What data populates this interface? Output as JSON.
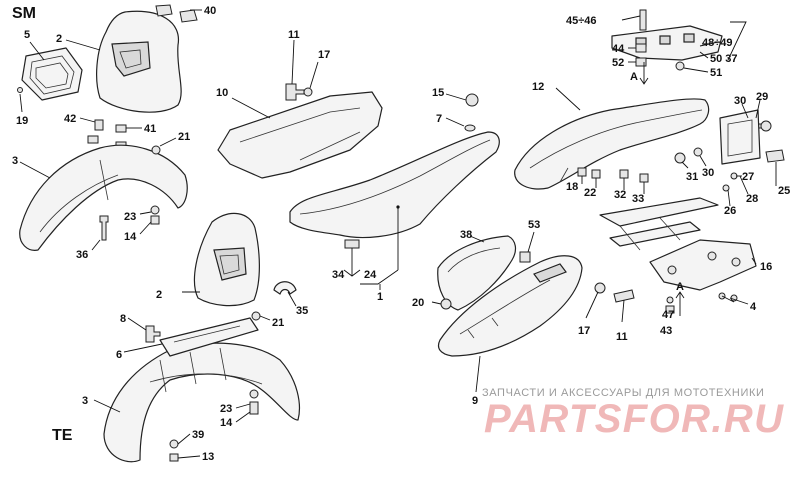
{
  "variants": {
    "top": "SM",
    "bottom": "TE"
  },
  "callouts": {
    "c40": "40",
    "c2a": "2",
    "c5": "5",
    "c19": "19",
    "c42": "42",
    "c41": "41",
    "c3a": "3",
    "c21a": "21",
    "c23a": "23",
    "c14a": "14",
    "c36": "36",
    "c11a": "11",
    "c17a": "17",
    "c10": "10",
    "c15": "15",
    "c7": "7",
    "c4546": "45÷46",
    "c44": "44",
    "c52": "52",
    "c4849": "48÷49",
    "c5037": "50 37",
    "c51": "51",
    "cA1": "A",
    "c12": "12",
    "c30a": "30",
    "c29": "29",
    "c31": "31",
    "c30b": "30",
    "c18": "18",
    "c22": "22",
    "c32": "32",
    "c33": "33",
    "c27": "27",
    "c26": "26",
    "c28": "28",
    "c25": "25",
    "c2b": "2",
    "c35": "35",
    "c34": "34",
    "c24": "24",
    "c1": "1",
    "c38": "38",
    "c53": "53",
    "c20": "20",
    "c16": "16",
    "cA2": "A",
    "c47": "47",
    "c43": "43",
    "c4": "4",
    "c8": "8",
    "c6": "6",
    "c21b": "21",
    "c17b": "17",
    "c11b": "11",
    "c9": "9",
    "c3b": "3",
    "c23b": "23",
    "c14b": "14",
    "c39": "39",
    "c13": "13"
  },
  "watermark": {
    "tagline": "ЗАПЧАСТИ И АКСЕССУАРЫ ДЛЯ МОТОТЕХНИКИ",
    "logo": "PARTSFOR.RU"
  }
}
